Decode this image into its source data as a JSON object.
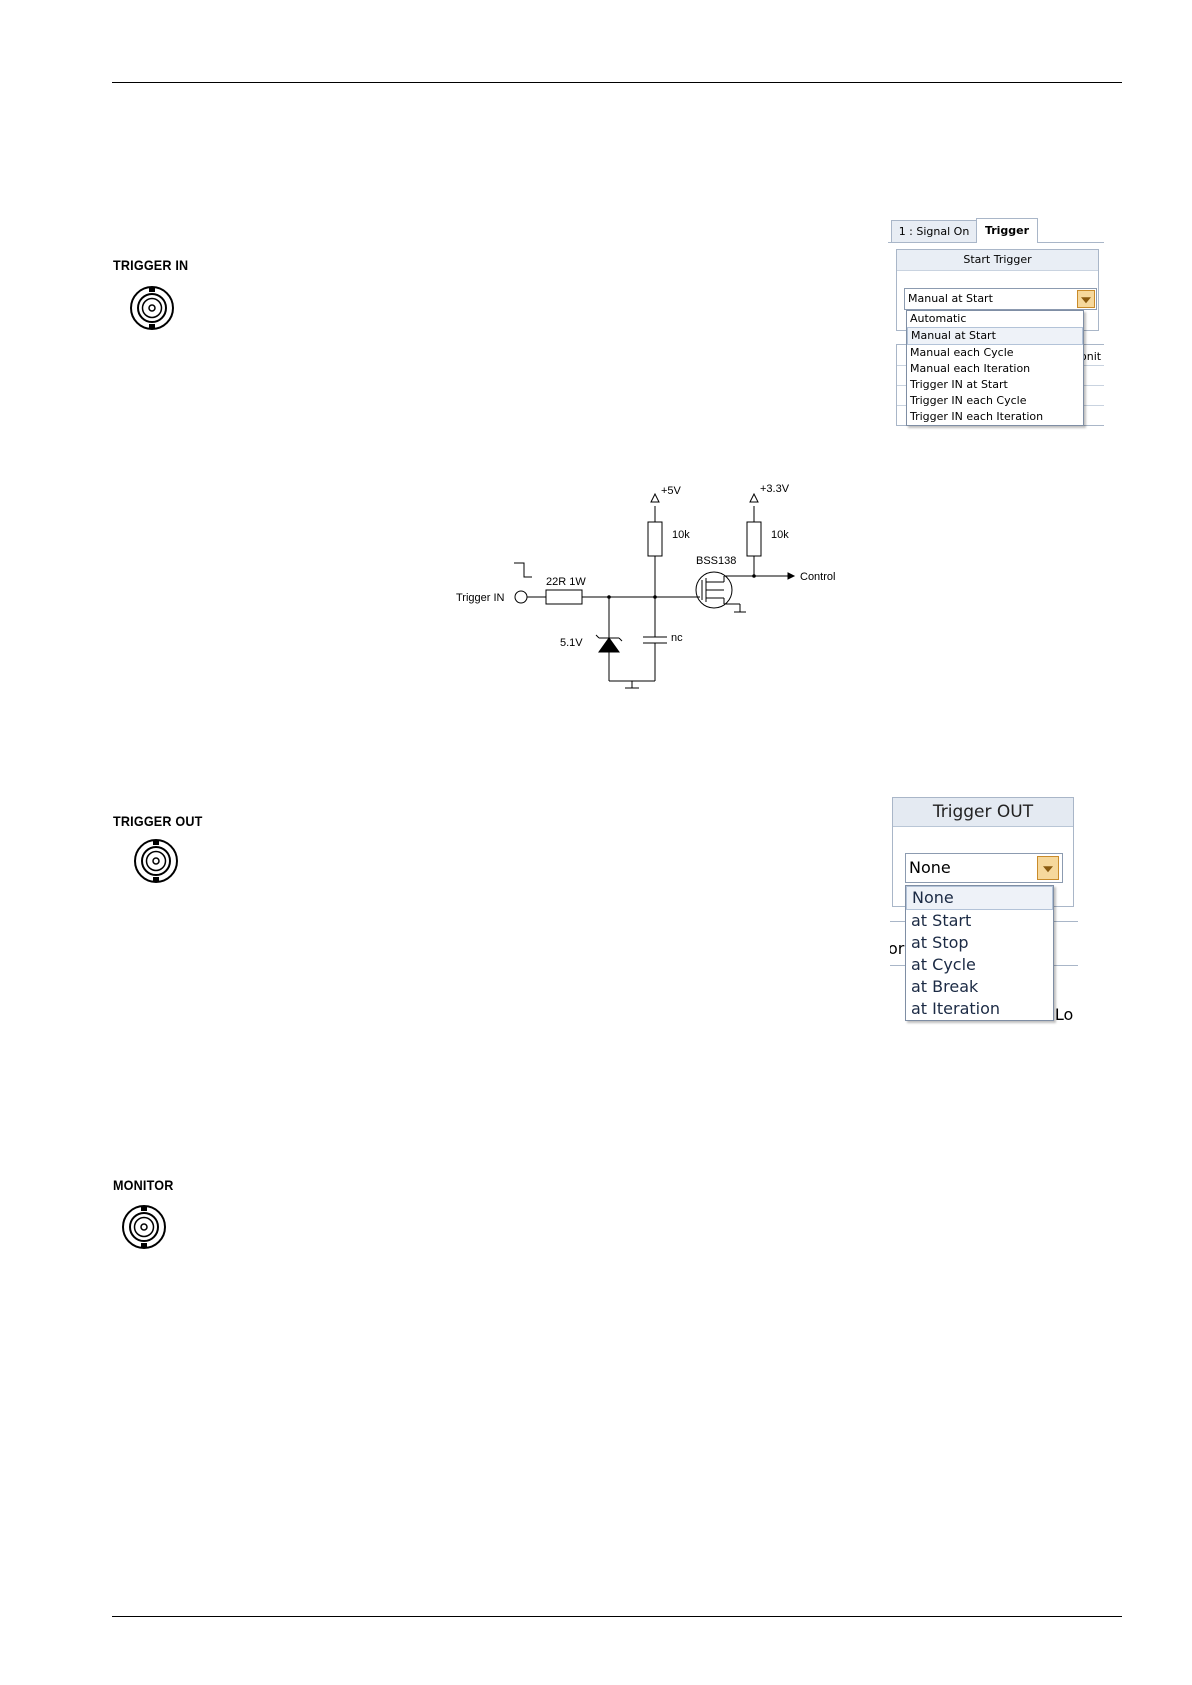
{
  "sections": {
    "trigger_in": {
      "label": "TRIGGER  IN",
      "connector_icon": "bnc-connector-icon"
    },
    "trigger_out": {
      "label": "TRIGGER  OUT",
      "connector_icon": "bnc-connector-icon"
    },
    "monitor": {
      "label": "MONITOR",
      "connector_icon": "bnc-connector-icon"
    }
  },
  "start_trigger_widget": {
    "tabs": [
      "1 : Signal On",
      "Trigger"
    ],
    "group_title": "Start Trigger",
    "selected_value": "Manual at Start",
    "options": [
      "Automatic",
      "Manual at Start",
      "Manual each Cycle",
      "Manual each Iteration",
      "Trigger IN at Start",
      "Trigger IN each Cycle",
      "Trigger IN each Iteration"
    ],
    "selected_index": 1,
    "background_fragment": "onit"
  },
  "trigger_out_widget": {
    "group_title": "Trigger OUT",
    "selected_value": "None",
    "options": [
      "None",
      "at Start",
      "at Stop",
      "at Cycle",
      "at Break",
      "at Iteration"
    ],
    "selected_index": 0,
    "background_fragments": {
      "left": "or",
      "right": "T Lo"
    }
  },
  "schematic": {
    "input_label": "Trigger IN",
    "resistor_series": "22R 1W",
    "zener": "5.1V",
    "capacitor": "nc",
    "supply_1": "+5V",
    "pullup_1": "10k",
    "supply_2": "+3.3V",
    "pullup_2": "10k",
    "transistor": "BSS138",
    "output_label": "Control"
  },
  "colors": {
    "combo_button": "#f6d89c",
    "panel_header": "#e9eef5",
    "panel_border": "#a9b6c8"
  }
}
